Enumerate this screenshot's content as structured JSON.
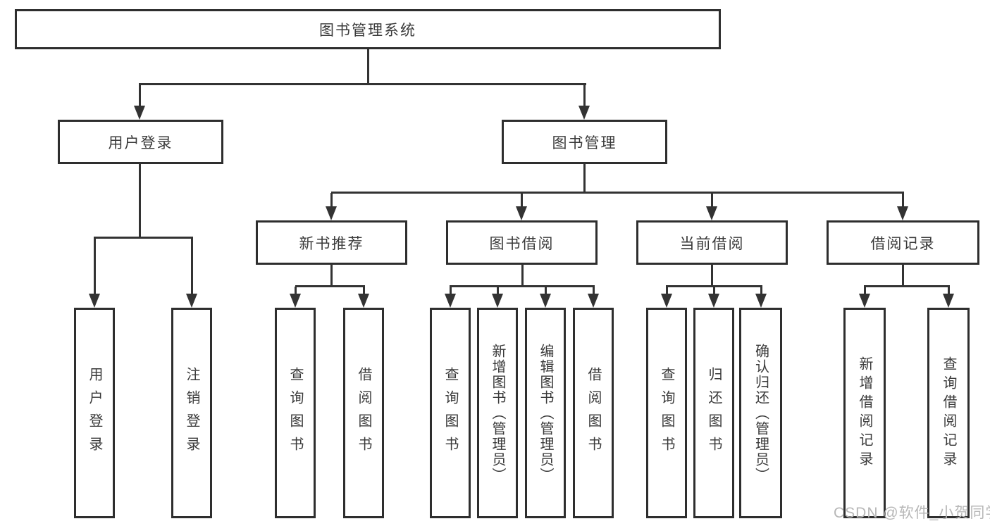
{
  "tree": {
    "root": "图书管理系统",
    "branches": [
      {
        "label": "用户登录",
        "leaves": [
          "用户登录",
          "注销登录"
        ]
      },
      {
        "label": "图书管理",
        "groups": [
          {
            "label": "新书推荐",
            "leaves": [
              "查询图书",
              "借阅图书"
            ]
          },
          {
            "label": "图书借阅",
            "leaves": [
              "查询图书",
              "新增图书（管理员）",
              "编辑图书（管理员）",
              "借阅图书"
            ]
          },
          {
            "label": "当前借阅",
            "leaves": [
              "查询图书",
              "归还图书",
              "确认归还（管理员）"
            ]
          },
          {
            "label": "借阅记录",
            "leaves": [
              "新增借阅记录",
              "查询借阅记录"
            ]
          }
        ]
      }
    ]
  },
  "watermark": "CSDN @软件_小贺同学",
  "colors": {
    "line": "#333333",
    "box_border": "#2e2e2e",
    "text": "#3a3a3a",
    "watermark": "#b7b7b7",
    "background": "#ffffff"
  }
}
